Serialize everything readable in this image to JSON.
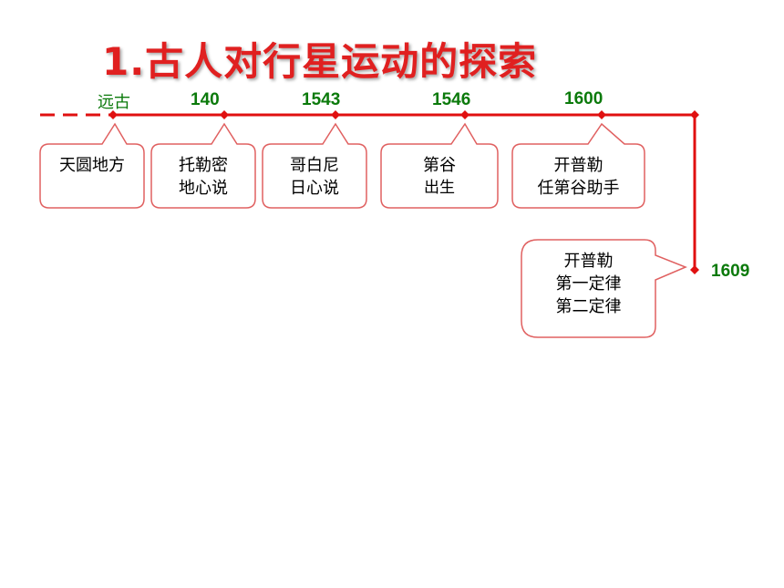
{
  "title": "1.古人对行星运动的探索",
  "colors": {
    "title": "#e02020",
    "line": "#e01010",
    "year": "#0b7a0b",
    "box": "#e06060"
  },
  "events": [
    {
      "year": "远古",
      "lines": [
        "天圆地方"
      ]
    },
    {
      "year": "140",
      "lines": [
        "托勒密",
        "地心说"
      ]
    },
    {
      "year": "1543",
      "lines": [
        "哥白尼",
        "日心说"
      ]
    },
    {
      "year": "1546",
      "lines": [
        "第谷",
        "出生"
      ]
    },
    {
      "year": "1600",
      "lines": [
        "开普勒",
        "任第谷助手"
      ]
    },
    {
      "year": "1609",
      "lines": [
        "开普勒",
        "第一定律",
        "第二定律"
      ]
    }
  ]
}
